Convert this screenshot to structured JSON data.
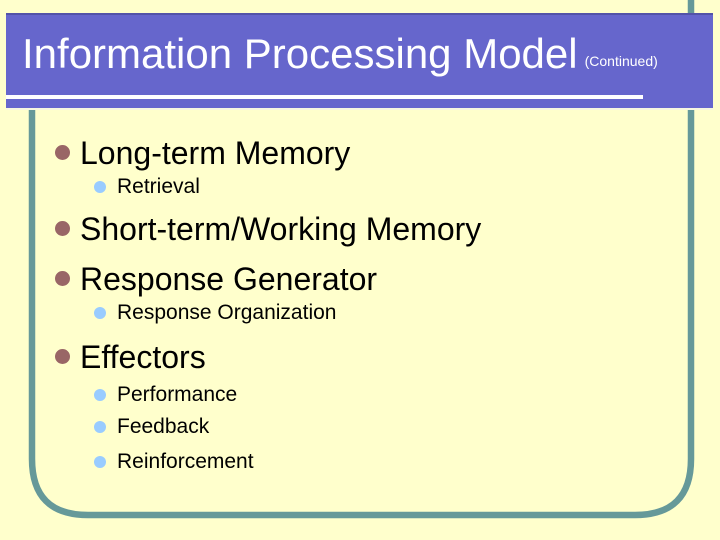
{
  "slide": {
    "title": "Information Processing Model",
    "title_suffix": "(Continued)",
    "bullets": [
      {
        "level": 1,
        "text": "Long-term Memory"
      },
      {
        "level": 2,
        "text": "Retrieval"
      },
      {
        "level": 1,
        "text": "Short-term/Working Memory"
      },
      {
        "level": 1,
        "text": "Response Generator"
      },
      {
        "level": 2,
        "text": "Response Organization"
      },
      {
        "level": 1,
        "text": "Effectors"
      },
      {
        "level": 2,
        "text": "Performance"
      },
      {
        "level": 2,
        "text": "Feedback"
      },
      {
        "level": 2,
        "text": "Reinforcement"
      }
    ],
    "colors": {
      "background": "#FFFFCC",
      "title_bar": "#6666CC",
      "title_text": "#FFFFFF",
      "frame_line": "#669999",
      "underline": "#FFFFFF",
      "bullet_level1": "#996666",
      "bullet_level2": "#99CCFF",
      "body_text": "#000000"
    }
  }
}
